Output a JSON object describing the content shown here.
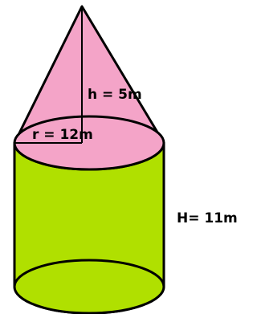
{
  "labels": {
    "cone_height": "h = 5m",
    "radius": "r = 12m",
    "cylinder_height": "H= 11m"
  },
  "colors": {
    "cone_fill": "#f4a4c8",
    "cylinder_fill": "#b0e000",
    "outline": "#000000"
  }
}
